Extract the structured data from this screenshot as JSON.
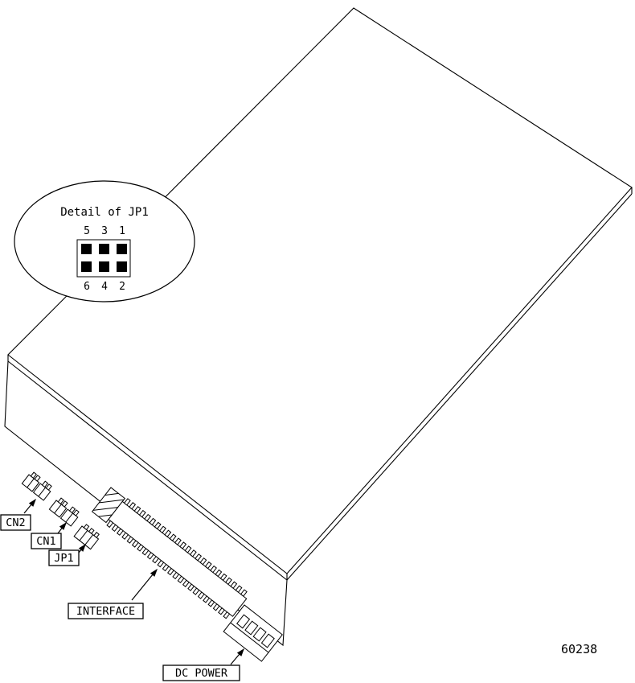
{
  "figure": {
    "number": "60238",
    "detail_bubble": {
      "title": "Detail of JP1",
      "pins_top": [
        "5",
        "3",
        "1"
      ],
      "pins_bottom": [
        "6",
        "4",
        "2"
      ]
    },
    "callouts": {
      "cn2": "CN2",
      "cn1": "CN1",
      "jp1": "JP1",
      "interface": "INTERFACE",
      "dc_power": "DC POWER"
    }
  }
}
